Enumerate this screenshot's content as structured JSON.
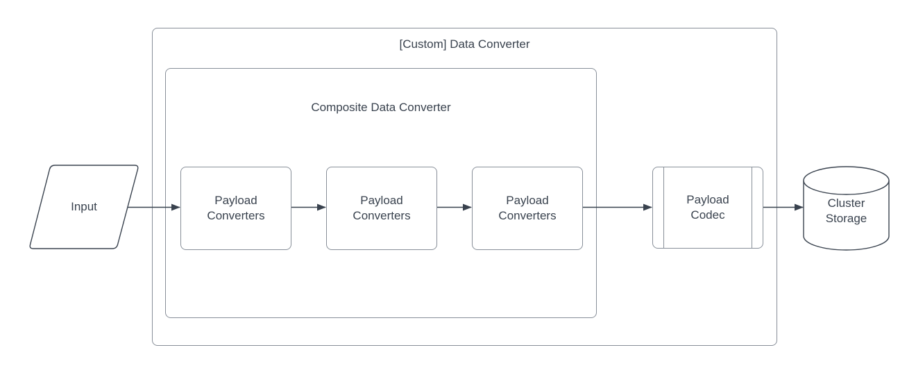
{
  "diagram": {
    "type": "flowchart",
    "colors": {
      "background": "#ffffff",
      "container_stroke": "#878e98",
      "shape_stroke": "#39424e",
      "arrow": "#39424e",
      "text": "#39424e"
    },
    "containers": {
      "outer": {
        "title": "[Custom] Data Converter"
      },
      "inner": {
        "title": "Composite Data Converter"
      }
    },
    "nodes": {
      "input": {
        "label": "Input",
        "shape": "parallelogram"
      },
      "converter1": {
        "label": "Payload\nConverters",
        "shape": "rounded-rect"
      },
      "converter2": {
        "label": "Payload\nConverters",
        "shape": "rounded-rect"
      },
      "converter3": {
        "label": "Payload\nConverters",
        "shape": "rounded-rect"
      },
      "codec": {
        "label": "Payload\nCodec",
        "shape": "predefined-process"
      },
      "storage": {
        "label": "Cluster\nStorage",
        "shape": "cylinder"
      }
    },
    "edges": [
      {
        "from": "input",
        "to": "converter1"
      },
      {
        "from": "converter1",
        "to": "converter2"
      },
      {
        "from": "converter2",
        "to": "converter3"
      },
      {
        "from": "converter3",
        "to": "codec"
      },
      {
        "from": "codec",
        "to": "storage"
      }
    ]
  }
}
